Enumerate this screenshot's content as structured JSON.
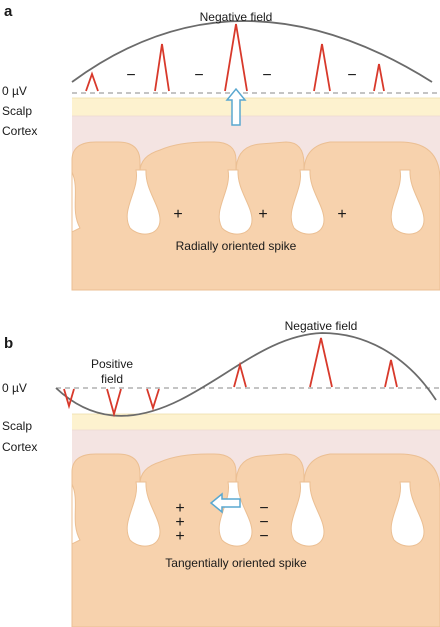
{
  "panel_a": {
    "letter": "a",
    "zero_label": "0 µV",
    "scalp_label": "Scalp",
    "cortex_label": "Cortex",
    "negative_label": "Negative field",
    "caption": "Radially oriented spike",
    "minus_sign": "−",
    "plus_sign": "+"
  },
  "panel_b": {
    "letter": "b",
    "zero_label": "0 µV",
    "scalp_label": "Scalp",
    "cortex_label": "Cortex",
    "positive_label_line1": "Positive",
    "positive_label_line2": "field",
    "negative_label": "Negative field",
    "caption": "Tangentially oriented spike",
    "minus_sign": "−",
    "plus_sign": "+"
  },
  "colors": {
    "spike": "#d8392b",
    "curve": "#6b6b6b",
    "scalp": "#fdf2cf",
    "csf": "#f4e4e2",
    "cortex": "#f7d2ad",
    "arrow": "#5aa8d0"
  }
}
